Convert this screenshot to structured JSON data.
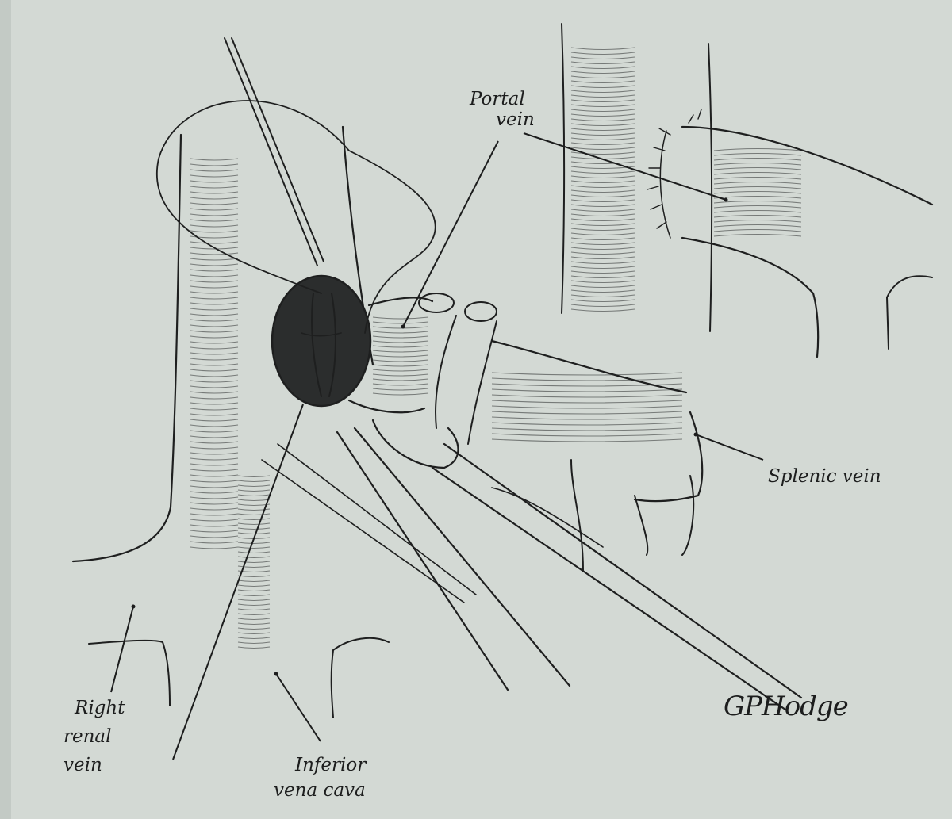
{
  "labels": {
    "portal_vein": [
      "Portal",
      "vein"
    ],
    "splenic_vein": "Splenic vein",
    "right_renal_vein": [
      "Right",
      "renal",
      "vein"
    ],
    "inferior_vena_cava": [
      "Inferior",
      "vena cava"
    ]
  },
  "signature": "GPHodge",
  "colors": {
    "paper": "#d3d9d4",
    "ink": "#1c1d1d",
    "lumen": "#2b2d2d"
  }
}
